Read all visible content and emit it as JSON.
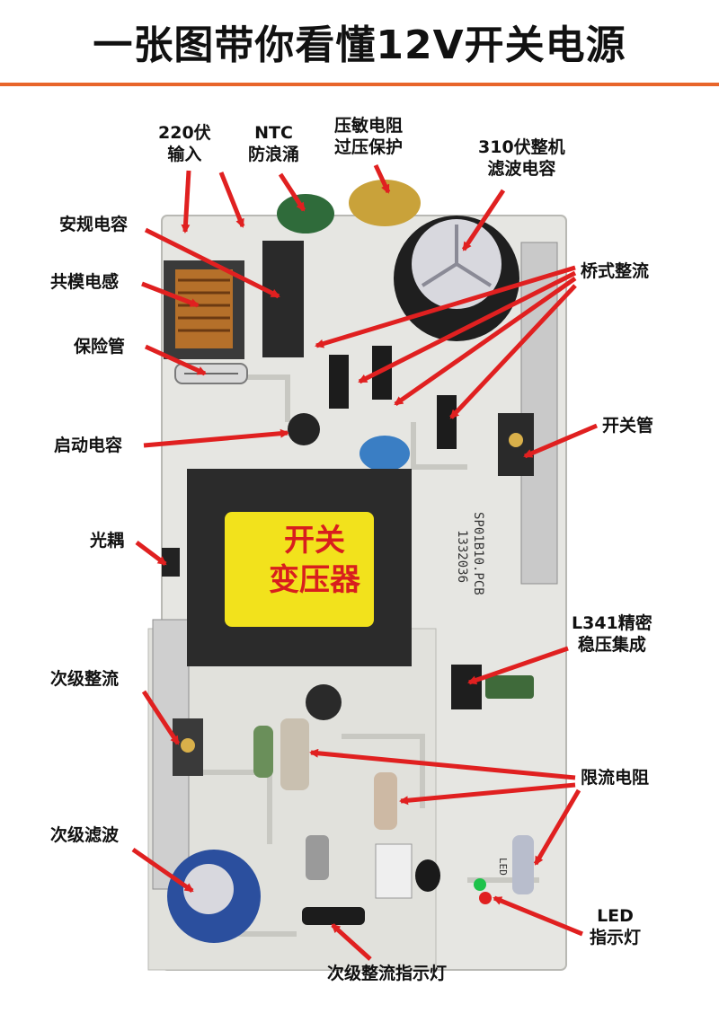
{
  "title": "一张图带你看懂12V开关电源",
  "transformer_text": [
    "开关",
    "变压器"
  ],
  "labels": [
    {
      "id": "ac-input",
      "lines": [
        "220伏",
        "输入"
      ]
    },
    {
      "id": "ntc",
      "lines": [
        "NTC",
        "防浪涌"
      ]
    },
    {
      "id": "varistor",
      "lines": [
        "压敏电阻",
        "过压保护"
      ]
    },
    {
      "id": "filter-cap",
      "lines": [
        "310伏整机",
        "滤波电容"
      ]
    },
    {
      "id": "safety-cap",
      "lines": [
        "安规电容"
      ]
    },
    {
      "id": "common-mode",
      "lines": [
        "共模电感"
      ]
    },
    {
      "id": "bridge",
      "lines": [
        "桥式整流"
      ]
    },
    {
      "id": "fuse",
      "lines": [
        "保险管"
      ]
    },
    {
      "id": "switch-tube",
      "lines": [
        "开关管"
      ]
    },
    {
      "id": "start-cap",
      "lines": [
        "启动电容"
      ]
    },
    {
      "id": "optocoupler",
      "lines": [
        "光耦"
      ]
    },
    {
      "id": "regulator",
      "lines": [
        "L341精密",
        "稳压集成"
      ]
    },
    {
      "id": "sec-rect",
      "lines": [
        "次级整流"
      ]
    },
    {
      "id": "limit-res",
      "lines": [
        "限流电阻"
      ]
    },
    {
      "id": "sec-filter",
      "lines": [
        "次级滤波"
      ]
    },
    {
      "id": "led",
      "lines": [
        "LED",
        "指示灯"
      ]
    },
    {
      "id": "sec-led",
      "lines": [
        "次级整流指示灯"
      ]
    }
  ],
  "pcb_marks": [
    "SP01B10.PCB",
    "1332036",
    "LED"
  ],
  "colors": {
    "accent": "#e8652a",
    "arrow": "#e02020",
    "pcb": "#e6e6e2",
    "core": "#2b2b2b",
    "coil": "#f2e21c"
  }
}
